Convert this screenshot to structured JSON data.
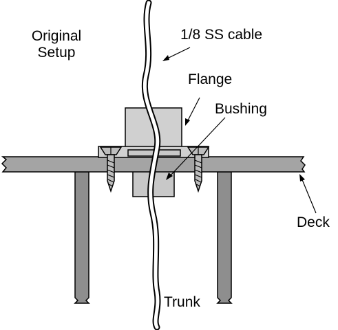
{
  "diagram": {
    "labels": {
      "setup_line1": "Original",
      "setup_line2": "Setup",
      "cable": "1/8 SS cable",
      "flange": "Flange",
      "bushing": "Bushing",
      "deck": "Deck",
      "trunk": "Trunk"
    },
    "colors": {
      "deck": "#a4a4a4",
      "trunk": "#8e8e8e",
      "flange": "#d0d0d0",
      "bushing": "#c8c8c8",
      "screw": "#bdbdbd",
      "stroke": "#000000",
      "background": "#ffffff"
    }
  }
}
